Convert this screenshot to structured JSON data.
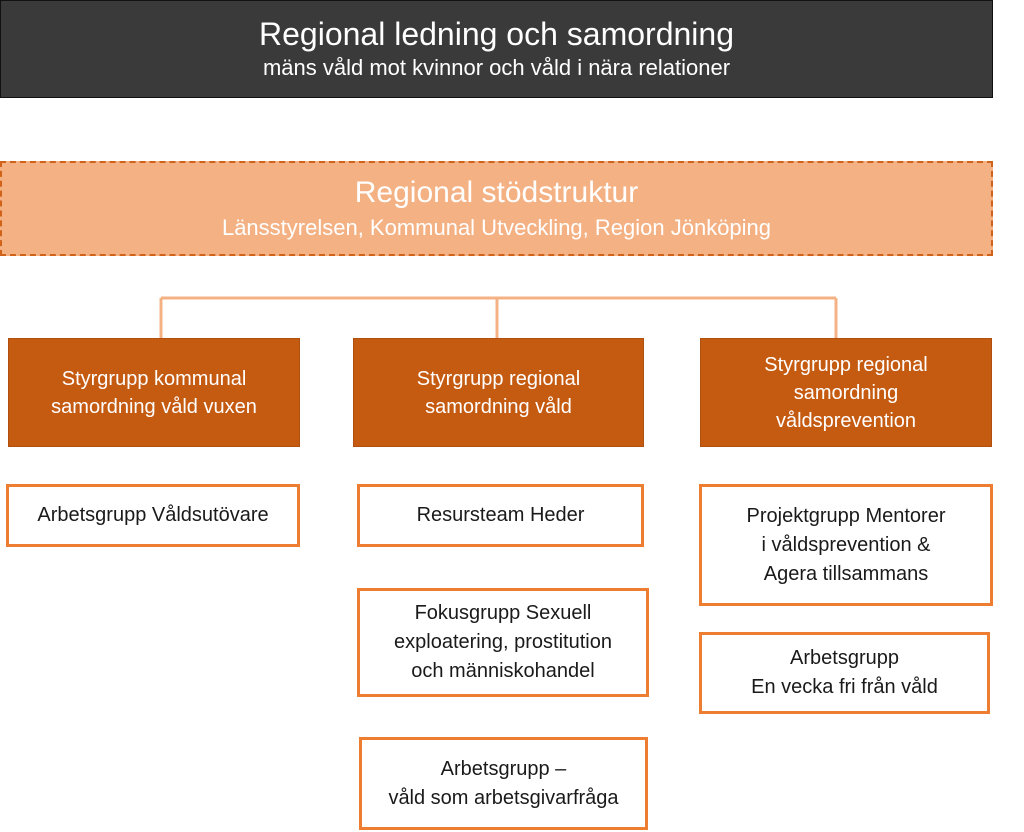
{
  "header": {
    "title": "Regional ledning och samordning",
    "subtitle": "mäns våld mot kvinnor och våld i nära relationer"
  },
  "support": {
    "title": "Regional stödstruktur",
    "subtitle": "Länsstyrelsen, Kommunal Utveckling, Region Jönköping"
  },
  "steering_groups": [
    {
      "label": "Styrgrupp kommunal\nsamordning våld vuxen"
    },
    {
      "label": "Styrgrupp regional\nsamordning våld"
    },
    {
      "label": "Styrgrupp regional\nsamordning\nvåldsprevention"
    }
  ],
  "groups": {
    "col1": [
      {
        "label": "Arbetsgrupp Våldsutövare"
      }
    ],
    "col2": [
      {
        "label": "Resursteam Heder"
      },
      {
        "label": "Fokusgrupp Sexuell\nexploatering, prostitution\noch människohandel"
      },
      {
        "label": "Arbetsgrupp –\nvåld som arbetsgivarfråga"
      }
    ],
    "col3": [
      {
        "label": "Projektgrupp Mentorer\ni våldsprevention &\nAgera tillsammans"
      },
      {
        "label": "Arbetsgrupp\nEn vecka fri från våld"
      }
    ]
  },
  "colors": {
    "header_bg": "#3a3a3a",
    "support_bg": "#f4b183",
    "steering_bg": "#c55a11",
    "group_border": "#ed7d31",
    "connector": "#f4b183"
  }
}
